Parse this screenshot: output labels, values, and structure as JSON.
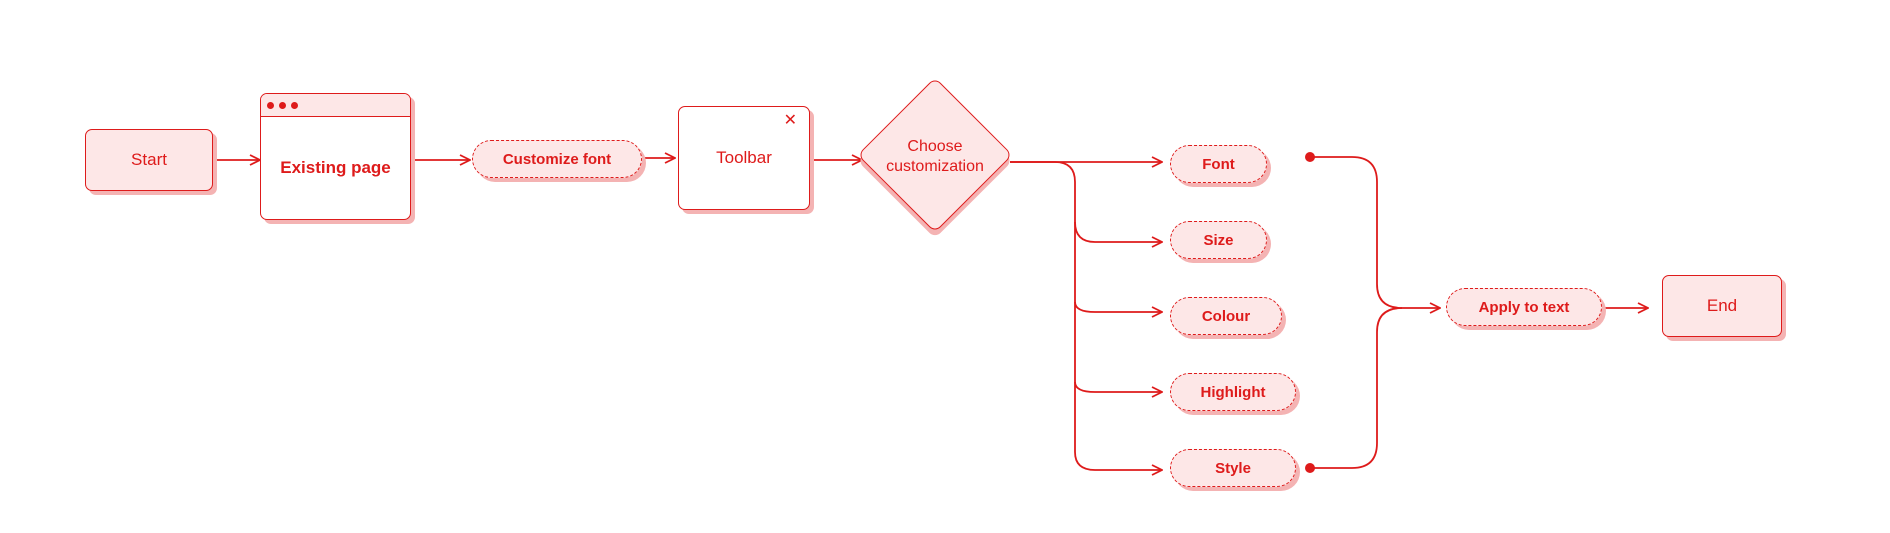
{
  "nodes": {
    "start": "Start",
    "existing_page": "Existing page",
    "customize_font": "Customize font",
    "toolbar": "Toolbar",
    "choose_customization": "Choose customization",
    "font": "Font",
    "size": "Size",
    "colour": "Colour",
    "highlight": "Highlight",
    "style": "Style",
    "apply_to_text": "Apply to text",
    "end": "End"
  },
  "colors": {
    "stroke": "#de1b1b",
    "fill": "#fde7e7",
    "shadow": "#f4b3b3"
  },
  "icons": {
    "close": "close-icon",
    "browser_dots": "window-dots-icon"
  }
}
